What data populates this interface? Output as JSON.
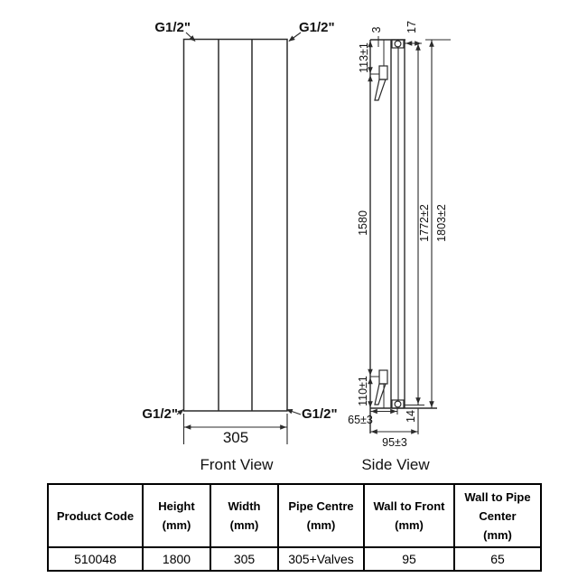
{
  "drawing": {
    "front_view": {
      "title": "Front View",
      "port_top_left": "G1/2\"",
      "port_top_right": "G1/2\"",
      "port_bottom_left": "G1/2\"",
      "port_bottom_right": "G1/2\"",
      "width_mm": "305"
    },
    "side_view": {
      "title": "Side View",
      "dim_top_bracket": "113±1",
      "dim_top_gap": "3",
      "dim_top_pipe": "17",
      "dim_bracket_span": "1580",
      "dim_pipe_to_pipe": "1772±2",
      "dim_overall_height": "1803±2",
      "dim_bottom_bracket": "110±1",
      "dim_wall_to_pipe": "65±3",
      "dim_bottom_pipe": "14",
      "dim_wall_to_front": "95±3"
    }
  },
  "table": {
    "headers": [
      {
        "lines": [
          "Product Code"
        ]
      },
      {
        "lines": [
          "Height",
          "(mm)"
        ]
      },
      {
        "lines": [
          "Width",
          "(mm)"
        ]
      },
      {
        "lines": [
          "Pipe Centre",
          "(mm)"
        ]
      },
      {
        "lines": [
          "Wall to Front",
          "(mm)"
        ]
      },
      {
        "lines": [
          "Wall to Pipe",
          "Center",
          "(mm)"
        ]
      }
    ],
    "rows": [
      [
        "510048",
        "1800",
        "305",
        "305+Valves",
        "95",
        "65"
      ]
    ]
  },
  "colors": {
    "line": "#2b2b2b",
    "text": "#111111",
    "table_border": "#000000"
  }
}
